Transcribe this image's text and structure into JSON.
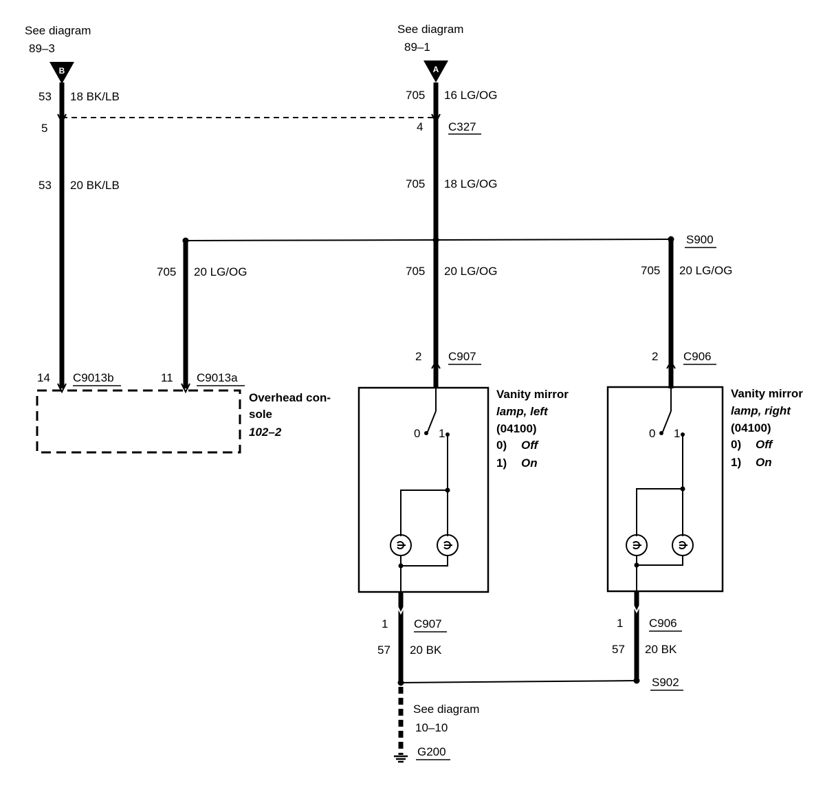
{
  "ref_b": {
    "see": "See diagram",
    "page": "89–3",
    "letter": "B"
  },
  "ref_a": {
    "see": "See diagram",
    "page": "89–1",
    "letter": "A"
  },
  "wires": {
    "b_top_circuit": "53",
    "b_top_label": "18 BK/LB",
    "b_mid_circuit": "53",
    "b_mid_label": "20 BK/LB",
    "a_top_circuit": "705",
    "a_top_label": "16 LG/OG",
    "a_mid_circuit": "705",
    "a_mid_label": "18 LG/OG",
    "console_circuit": "705",
    "console_label": "20 LG/OG",
    "left_circuit": "705",
    "left_label": "20 LG/OG",
    "right_circuit": "705",
    "right_label": "20 LG/OG",
    "gl_circuit": "57",
    "gl_label": "20 BK",
    "gr_circuit": "57",
    "gr_label": "20 BK"
  },
  "connectors": {
    "c327_pin_b": "5",
    "c327_pin_a": "4",
    "c327_name": "C327",
    "c9013b_pin": "14",
    "c9013b_name": "C9013b",
    "c9013a_pin": "11",
    "c9013a_name": "C9013a",
    "c907_top_pin": "2",
    "c907_top_name": "C907",
    "c906_top_pin": "2",
    "c906_top_name": "C906",
    "c907_bot_pin": "1",
    "c907_bot_name": "C907",
    "c906_bot_pin": "1",
    "c906_bot_name": "C906"
  },
  "splices": {
    "s900": "S900",
    "s902": "S902"
  },
  "console": {
    "line1": "Overhead con-",
    "line2": "sole",
    "ref": "102–2"
  },
  "lamp_left": {
    "line1": "Vanity mirror",
    "line2": "lamp, left",
    "code": "(04100)",
    "opt0_key": "0)",
    "opt0_val": "Off",
    "opt1_key": "1)",
    "opt1_val": "On",
    "pos0": "0",
    "pos1": "1"
  },
  "lamp_right": {
    "line1": "Vanity mirror",
    "line2": "lamp, right",
    "code": "(04100)",
    "opt0_key": "0)",
    "opt0_val": "Off",
    "opt1_key": "1)",
    "opt1_val": "On",
    "pos0": "0",
    "pos1": "1"
  },
  "ground": {
    "see": "See diagram",
    "page": "10–10",
    "name": "G200"
  }
}
